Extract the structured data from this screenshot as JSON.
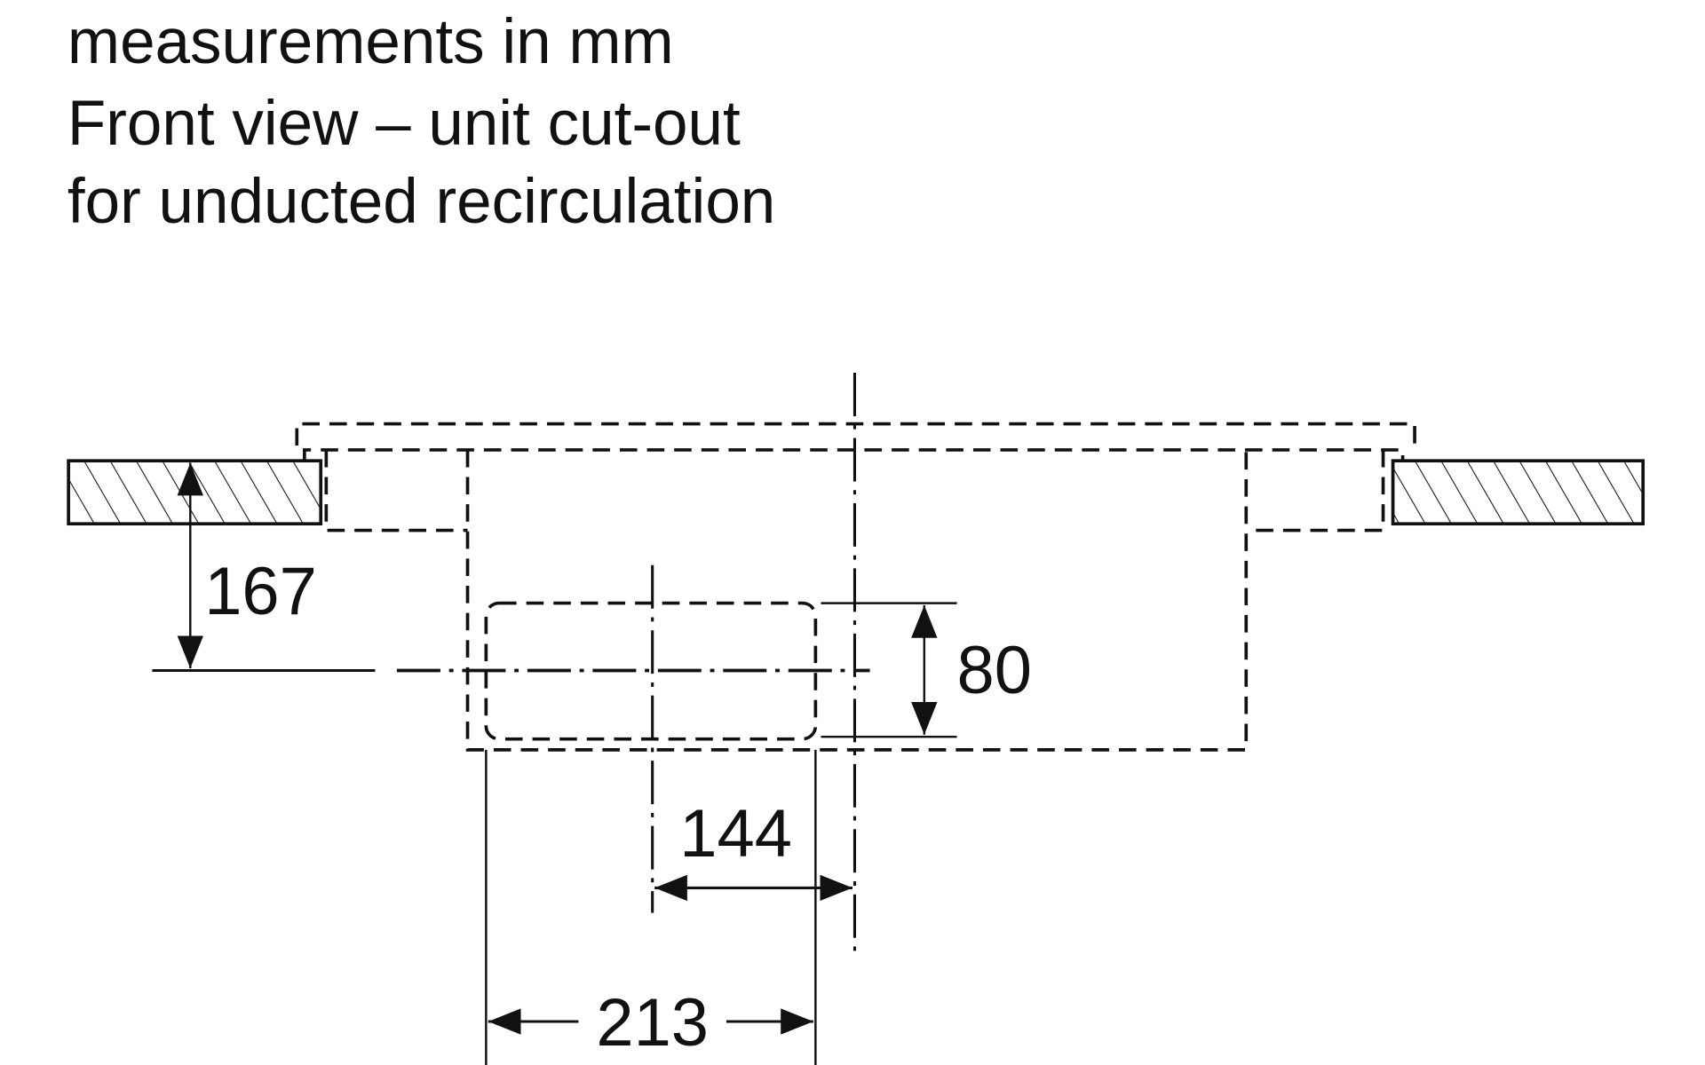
{
  "title": {
    "line1": "measurements in mm",
    "line2": "Front view – unit cut-out",
    "line3": "for unducted recirculation"
  },
  "dimensions": {
    "height_to_center": "167",
    "cutout_height": "80",
    "offset_from_center": "144",
    "cutout_width": "213"
  },
  "colors": {
    "line": "#111111",
    "cutout_fill": "#f2f2f2"
  }
}
